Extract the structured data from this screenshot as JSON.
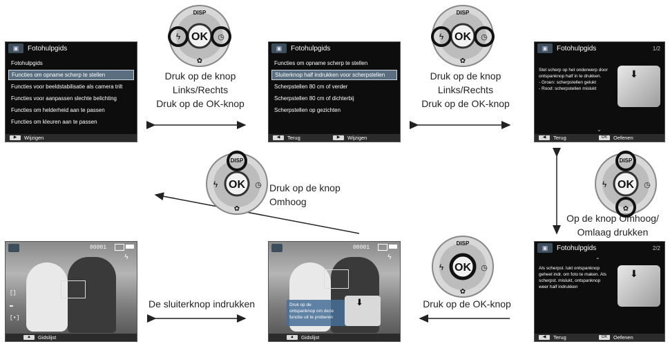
{
  "screen1": {
    "header": "Fotohulpgids",
    "items": [
      "Fotohulpgids",
      "Functies om opname scherp te stellen",
      "Functies voor beeldstabilisatie als camera trilt",
      "Functies voor aanpassen slechte belichting",
      "Functies om helderheid aan te passen",
      "Functies om kleuren aan te passen"
    ],
    "footer": "Wijzigen"
  },
  "screen2": {
    "header": "Fotohulpgids",
    "items": [
      "Functies om opname scherp te stellen",
      "Sluiterknop half indrukken voor scherpstellen",
      "Scherpstellen 80 cm of verder",
      "Scherpstellen 80 cm of dichterbij",
      "Scherpstellen op gezichten"
    ],
    "footer_back": "Terug",
    "footer_change": "Wijzigen"
  },
  "screen3": {
    "header": "Fotohulpgids",
    "page": "1/2",
    "text": [
      "Stel scherp op het onderwerp door",
      "ontspanknop half in te drukken.",
      "- Groen: scherpstellen gelukt",
      "- Rood: scherpstellen mislukt"
    ],
    "footer_back": "Terug",
    "footer_ok": "OK",
    "footer_practice": "Oefenen"
  },
  "screen4": {
    "header": "Fotohulpgids",
    "page": "2/2",
    "text": [
      "Als scherpst. lukt ontspanknop",
      "geheel indr. om foto te maken. Als",
      "scherpst. mislukt, ontspanknop",
      "weer half indrukken"
    ],
    "footer_back": "Terug",
    "footer_ok": "OK",
    "footer_practice": "Oefenen"
  },
  "screen5": {
    "counter": "00001",
    "footer": "Gidslijst",
    "help": [
      "Druk op de",
      "ontspanknop om deze",
      "functie uit te proberen"
    ]
  },
  "screen6": {
    "counter": "00001",
    "footer": "Gidslijst"
  },
  "captions": {
    "c1": [
      "Druk op de knop",
      "Links/Rechts",
      "Druk op de OK-knop"
    ],
    "c2": [
      "Druk op de knop",
      "Links/Rechts",
      "Druk op de OK-knop"
    ],
    "c3": [
      "Druk op de knop",
      "Omhoog"
    ],
    "c4": [
      "Op de knop Omhoog/",
      "Omlaag drukken"
    ],
    "c5": "Druk op de OK-knop",
    "c6": "De sluiterknop indrukken"
  },
  "dial": {
    "ok": "OK",
    "disp": "DISP"
  },
  "icons": [
    "camera-help-icon",
    "flash-icon",
    "timer-icon",
    "macro-icon",
    "play-icon",
    "up-icon",
    "battery-icon"
  ]
}
